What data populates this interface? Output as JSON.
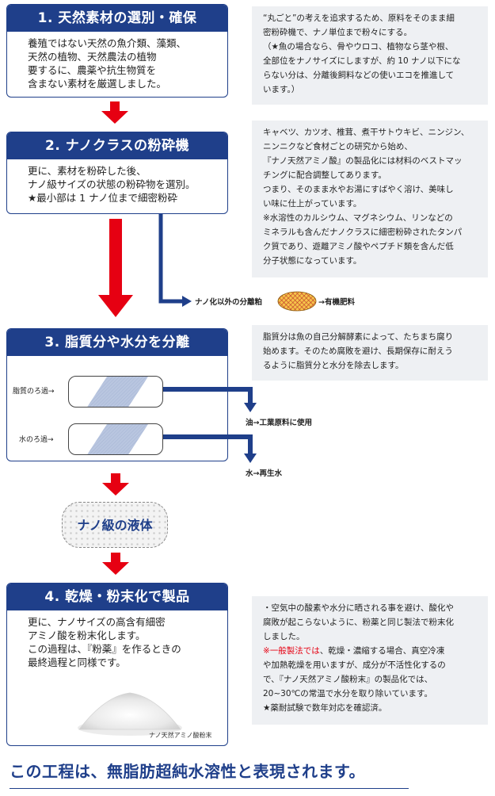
{
  "step1": {
    "title": "1. 天然素材の選別・確保",
    "lines": [
      "養殖ではない天然の魚介類、藻類、",
      "天然の植物、天然農法の植物",
      "要するに、農薬や抗生物質を",
      "含まない素材を厳選しました。"
    ]
  },
  "note1": {
    "lines": [
      "“丸ごと”の考えを追求するため、原料をそのまま細",
      "密粉砕機で、ナノ単位まで粉々にする。",
      "（★魚の場合なら、骨やウロコ、植物なら茎や根、",
      "全部位をナノサイズにしますが、約 10 ナノ以下にな",
      "らない分は、分離後飼料などの使いエコを推進して",
      "います。）"
    ]
  },
  "step2": {
    "title": "2. ナノクラスの粉砕機",
    "lines": [
      "更に、素材を粉砕した後、",
      "ナノ級サイズの状態の粉砕物を選別。",
      "★最小部は 1 ナノ位まで細密粉砕"
    ]
  },
  "note2": {
    "lines": [
      "キャベツ、カツオ、椎茸、煮干サトウキビ、ニンジン、",
      "ニンニクなど食材ごとの研究から始め、",
      "『ナノ天然アミノ酸』の製品化には材料のベストマッ",
      "チングに配合調整してあります。",
      "つまり、そのまま水やお湯にすばやく溶け、美味し",
      "い味に仕上がっています。",
      "※水溶性のカルシウム、マグネシウム、リンなどの",
      "ミネラルも含んだナノクラスに細密粉砕されたタンパ",
      "ク質であり、遊離アミノ酸やペプチド類を含んだ低",
      "分子状態になっています。"
    ]
  },
  "byproduct": {
    "left_label": "ナノ化以外の分離粕",
    "right_label": "→有機肥料"
  },
  "step3": {
    "title": "3. 脂質分や水分を分離"
  },
  "note3": {
    "lines": [
      "脂質分は魚の自己分解酵素によって、たちまち腐り",
      "始めます。そのため腐敗を避け、長期保存に耐えう",
      "るように脂質分と水分を除去します。"
    ]
  },
  "filters": {
    "fat_label": "脂質のろ過→",
    "water_label": "水のろ過→",
    "oil_output": "油→工業原料に使用",
    "water_output": "水→再生水"
  },
  "nano_liquid": "ナノ級の液体",
  "step4": {
    "title": "4. 乾燥・粉末化で製品",
    "lines": [
      "更に、ナノサイズの高含有細密",
      "アミノ酸を粉末化します。",
      "この過程は、『粉薬』を作るときの",
      "最終過程と同様です。"
    ],
    "caption": "ナノ天然アミノ酸粉末"
  },
  "note4": {
    "line1": "・空気中の酸素や水分に晒される事を避け、酸化や",
    "line2": "腐敗が起こらないように、粉薬と同じ製法で粉末化",
    "line3": "しました。",
    "line4_red": "※一般製法では",
    "line4_rest": "、乾燥・濃縮する場合、真空冷凍",
    "line5": "や加熱乾燥を用いますが、成分が不活性化するの",
    "line6": "で、『ナノ天然アミノ酸粉末』の製品化では、",
    "line7": "20~30℃の常温で水分を取り除いています。",
    "line8": "★薬耐試験で数年対応を確認済。"
  },
  "footer": "この工程は、無脂肪超純水溶性と表現されます。",
  "colors": {
    "navy": "#1f3f8a",
    "red": "#e60012",
    "note_bg": "#eef0f3"
  }
}
